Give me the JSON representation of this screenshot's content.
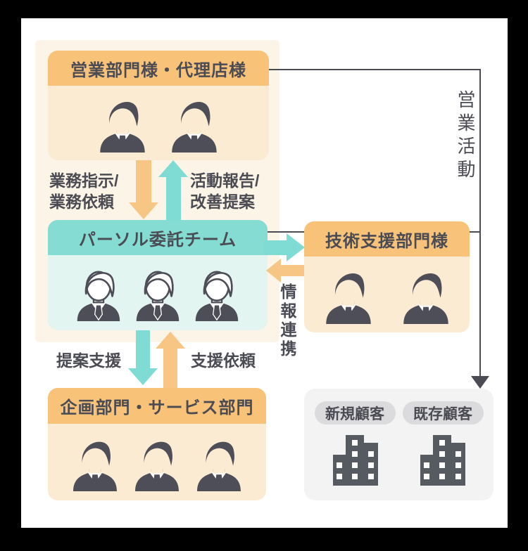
{
  "boxes": {
    "sales": {
      "title": "営業部門様・代理店様",
      "members": 2
    },
    "persol": {
      "title": "パーソル委託チーム",
      "members": 3
    },
    "tech": {
      "title": "技術支援部門様",
      "members": 2
    },
    "planning": {
      "title": "企画部門・サービス部門",
      "members": 3
    }
  },
  "labels": {
    "directive_line1": "業務指示/",
    "directive_line2": "業務依頼",
    "report_line1": "活動報告/",
    "report_line2": "改善提案",
    "proposal_support": "提案支援",
    "support_request": "支援依頼",
    "info_sharing": "情報連携",
    "sales_activity": "営業活動"
  },
  "customers": {
    "new_label": "新規顧客",
    "existing_label": "既存顧客"
  },
  "colors": {
    "header_orange": "#F8C379",
    "body_orange": "#FCEBD3",
    "group_panel_cream": "#FCF4E6",
    "header_teal": "#84DCD3",
    "body_teal": "#E3F5F1",
    "arrow_orange": "#F7C685",
    "arrow_teal": "#7EDCD4",
    "text_ink": "#4B4B54",
    "customer_panel_gray": "#F3F3F4",
    "customer_pill_gray": "#DBDBDD"
  }
}
